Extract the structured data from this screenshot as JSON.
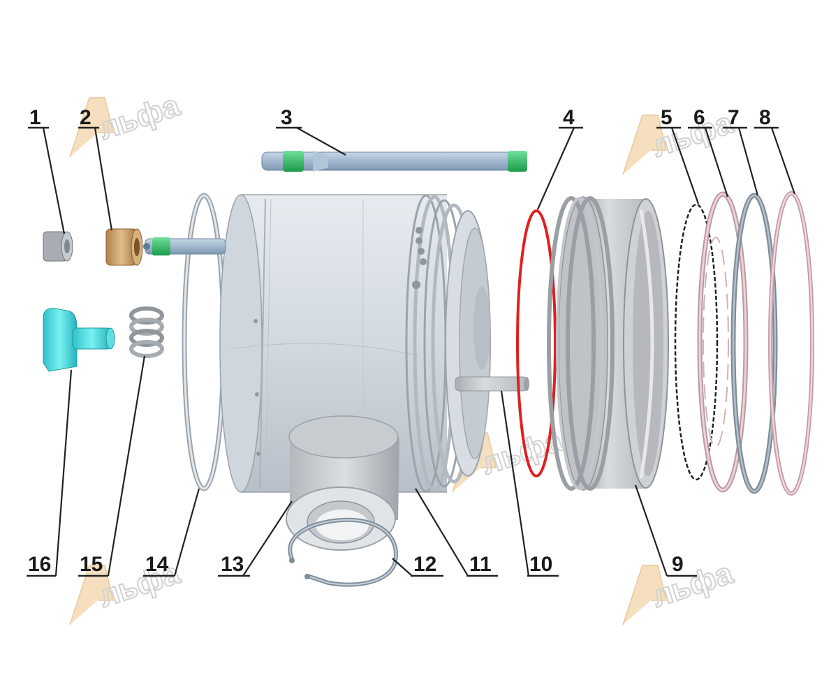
{
  "watermark": {
    "text": "льфа"
  },
  "callouts": [
    {
      "id": "1",
      "label": "1"
    },
    {
      "id": "2",
      "label": "2"
    },
    {
      "id": "3",
      "label": "3"
    },
    {
      "id": "4",
      "label": "4"
    },
    {
      "id": "5",
      "label": "5"
    },
    {
      "id": "6",
      "label": "6"
    },
    {
      "id": "7",
      "label": "7"
    },
    {
      "id": "8",
      "label": "8"
    },
    {
      "id": "9",
      "label": "9"
    },
    {
      "id": "10",
      "label": "10"
    },
    {
      "id": "11",
      "label": "11"
    },
    {
      "id": "12",
      "label": "12"
    },
    {
      "id": "13",
      "label": "13"
    },
    {
      "id": "14",
      "label": "14"
    },
    {
      "id": "15",
      "label": "15"
    },
    {
      "id": "16",
      "label": "16"
    }
  ],
  "colors": {
    "piston_body": "#c9d2dc",
    "pin": "#9db4cc",
    "pin_ends": "#22b35a",
    "ring_red": "#e02020",
    "ring_pink": "#e2b9c2",
    "ring_gray": "#8a9aa8",
    "bushing": "#c9a06a",
    "cap_cyan": "#3dd6dc"
  }
}
